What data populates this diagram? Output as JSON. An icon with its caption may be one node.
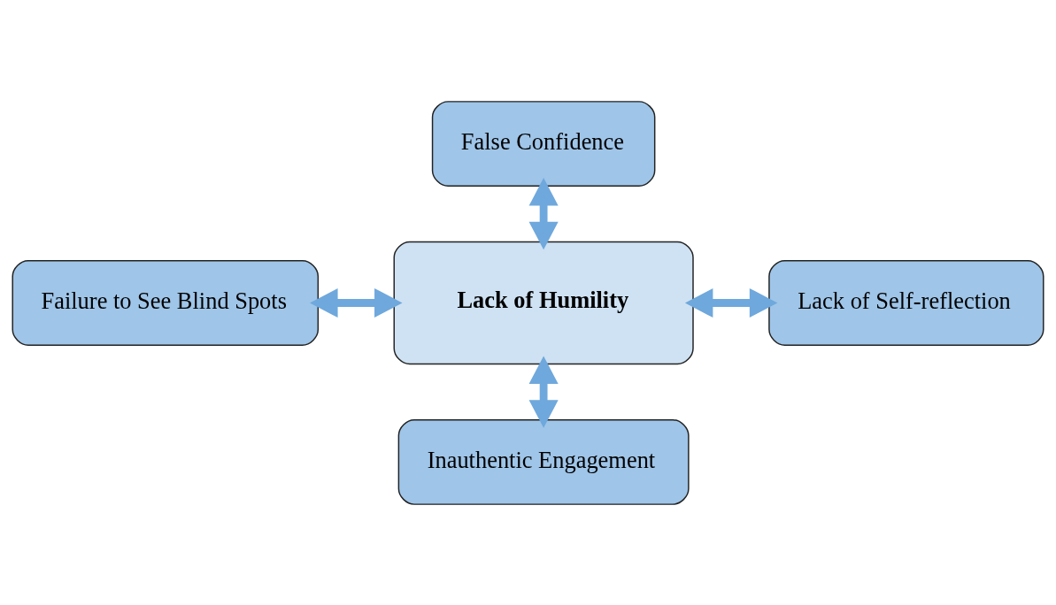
{
  "diagram": {
    "nodes": [
      {
        "text": [
          "False Confidence"
        ]
      },
      {
        "text": [
          "Failure to See Blind Spots"
        ]
      },
      {
        "text": [
          "Lack of Humility"
        ]
      },
      {
        "text": [
          "Lack of Self-reflection"
        ]
      },
      {
        "text": [
          "Inauthentic Engagement"
        ]
      }
    ],
    "edges": [
      {
        "from": 0,
        "to": 2,
        "arrow": "both"
      },
      {
        "from": 1,
        "to": 2,
        "arrow": "both"
      },
      {
        "from": 2,
        "to": 3,
        "arrow": "both"
      },
      {
        "from": 2,
        "to": 4,
        "arrow": "both"
      }
    ]
  }
}
